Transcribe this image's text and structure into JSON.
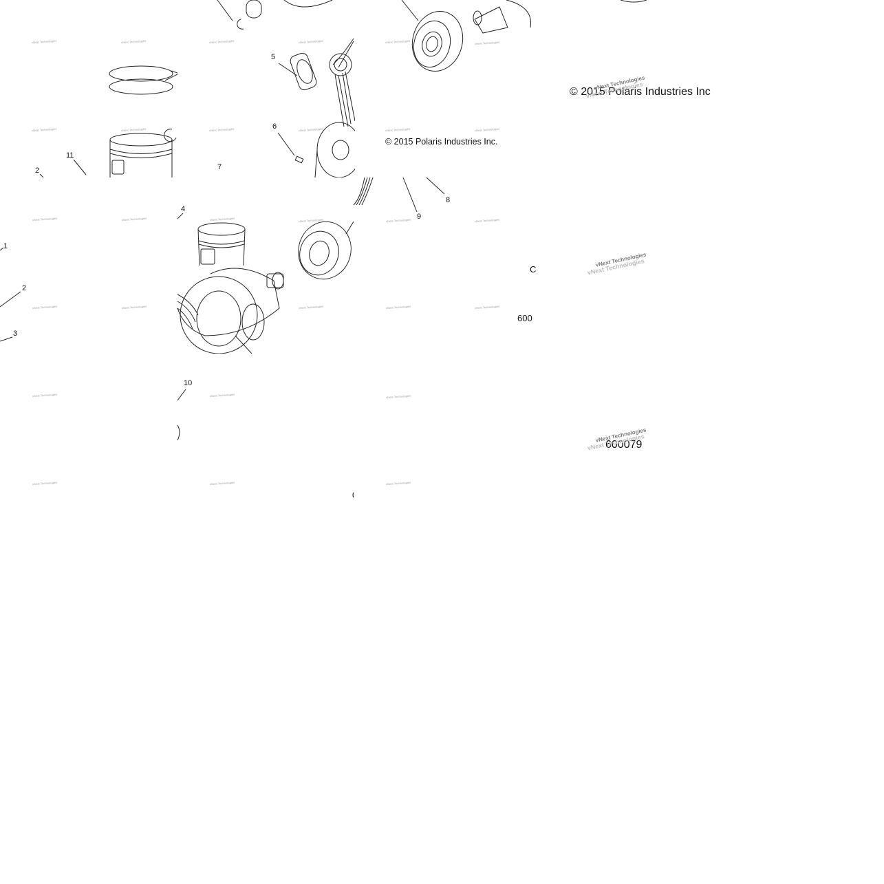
{
  "diagram": {
    "callouts": [
      "1",
      "2",
      "3",
      "4",
      "5",
      "6",
      "7",
      "8",
      "9",
      "10",
      "11",
      "2"
    ],
    "copyright": "© 2015 Polaris Industries Inc.",
    "copyright_large": "© 2015 Polaris Industries Inc",
    "part_number": "600079",
    "part_number_frag_a": "600",
    "part_number_frag_b": "0079",
    "frag_c": "C"
  },
  "watermark": {
    "text": "vNext Technologies",
    "large_text": "vNext Technologies"
  }
}
